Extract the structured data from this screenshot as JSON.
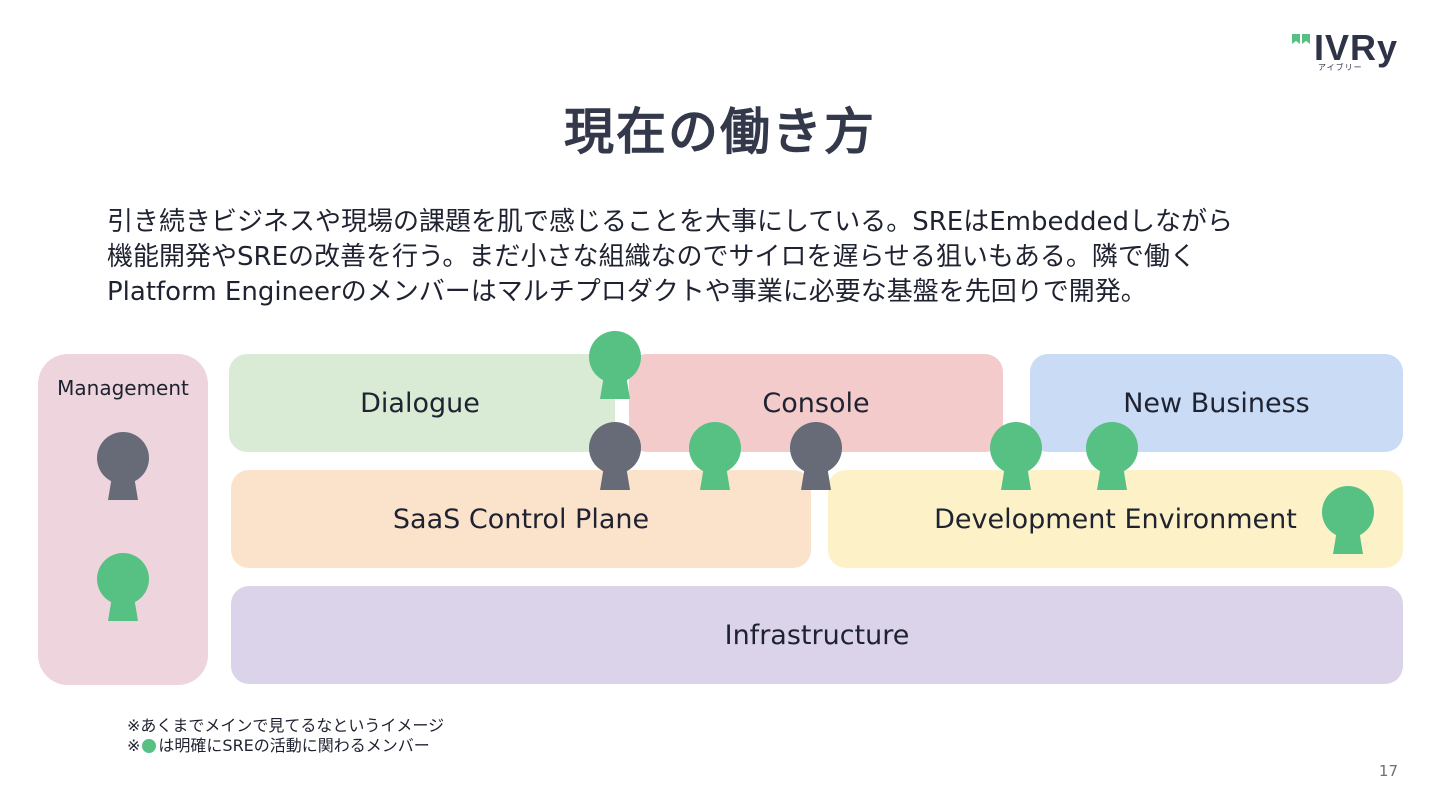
{
  "logo": {
    "text": "IVRy",
    "sub": "アイブリー",
    "colors": [
      "#57c083",
      "#2f3347"
    ]
  },
  "title": "現在の働き方",
  "description": [
    "引き続きビジネスや現場の課題を肌で感じることを大事にしている。SREはEmbeddedしながら",
    "機能開発やSREの改善を行う。まだ小さな組織なのでサイロを遅らせる狙いもある。隣で働く",
    "Platform Engineerのメンバーはマルチプロダクトや事業に必要な基盤を先回りで開発。"
  ],
  "areas": {
    "management": "Management",
    "dialogue": "Dialogue",
    "console": "Console",
    "new_business": "New Business",
    "saas_control_plane": "SaaS Control Plane",
    "development_environment": "Development Environment",
    "infrastructure": "Infrastructure"
  },
  "members": {
    "legend": {
      "sre_color": "#57c083",
      "other_color": "#676b78"
    },
    "management": [
      "other",
      "sre"
    ],
    "between_dialogue_console_top": [
      "sre"
    ],
    "between_dialogue_console_bottom": [
      "other"
    ],
    "console_bottom": [
      "sre",
      "other"
    ],
    "new_business_bottom": [
      "sre",
      "sre"
    ],
    "development_environment": [
      "sre"
    ]
  },
  "notes": {
    "line1": "※あくまでメインで見てるなというイメージ",
    "line2_prefix": "※",
    "line2_suffix": "は明確にSREの活動に関わるメンバー"
  },
  "page_number": "17"
}
